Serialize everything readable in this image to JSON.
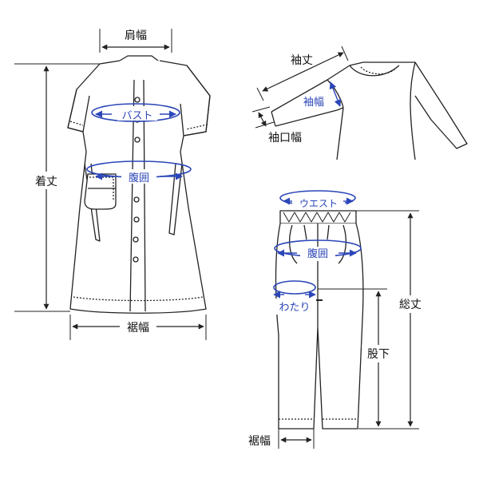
{
  "dress": {
    "shoulder_width": "肩幅",
    "bust": "バスト",
    "waist_girth": "腹囲",
    "length": "着丈",
    "hem_width": "裾幅"
  },
  "top": {
    "sleeve_length": "袖丈",
    "sleeve_width": "袖幅",
    "cuff_width": "袖口幅"
  },
  "pants": {
    "waist": "ウエスト",
    "waist_girth": "腹囲",
    "thigh": "わたり",
    "total_length": "総丈",
    "inseam": "股下",
    "hem_width": "裾幅"
  },
  "colors": {
    "line": "#222222",
    "accent": "#2b46b8",
    "label": "#111111"
  }
}
